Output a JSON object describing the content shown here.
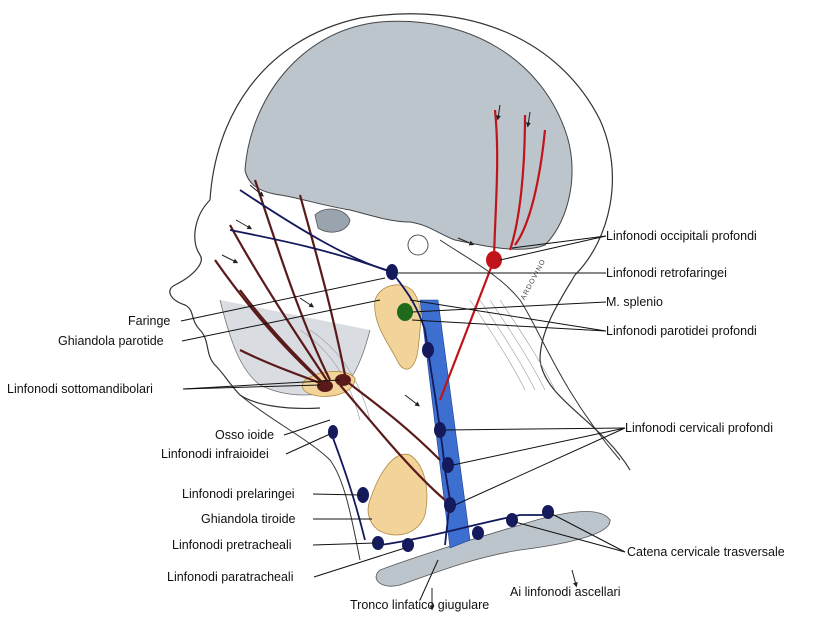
{
  "labels": {
    "faringe": "Faringe",
    "ghiandola_parotide": "Ghiandola parotide",
    "linfonodi_sottomandibolari": "Linfonodi sottomandibolari",
    "osso_ioide": "Osso ioide",
    "linfonodi_infraioidei": "Linfonodi infraioidei",
    "linfonodi_prelaringei": "Linfonodi prelaringei",
    "ghiandola_tiroide": "Ghiandola tiroide",
    "linfonodi_pretracheali": "Linfonodi pretracheali",
    "linfonodi_paratracheali": "Linfonodi paratracheali",
    "tronco_linfatico_giugulare": "Tronco linfatico giugulare",
    "ai_linfonodi_ascellari": "Ai linfonodi ascellari",
    "catena_cervicale_trasversale": "Catena cervicale trasversale",
    "linfonodi_cervicali_profondi": "Linfonodi cervicali profondi",
    "linfonodi_parotidei_profondi": "Linfonodi parotidei profondi",
    "m_splenio": "M. splenio",
    "linfonodi_retrofaringei": "Linfonodi retrofaringei",
    "linfonodi_occipitali_profondi": "Linfonodi occipitali profondi"
  },
  "artist_signature": "ARDOVINO",
  "colors": {
    "skull": "#bcc4cc",
    "lymph_vessel_dark": "#5a1a1a",
    "lymph_node_navy": "#141a5c",
    "occipital_red": "#c0141a",
    "jugular_blue": "#3d6fd1",
    "gland_tan": "#f2d49a",
    "node_green": "#1e6b1e"
  }
}
